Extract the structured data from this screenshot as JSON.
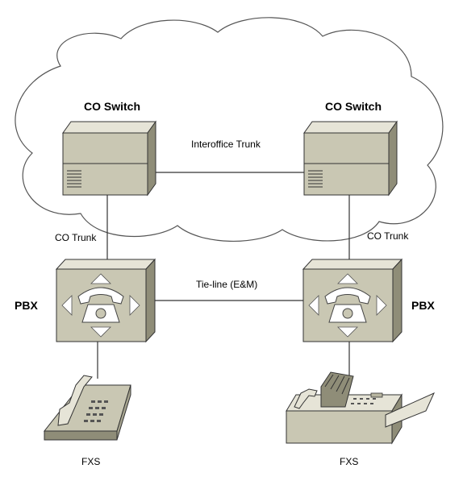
{
  "diagram": {
    "nodes": {
      "co_switch_left": {
        "label": "CO Switch"
      },
      "co_switch_right": {
        "label": "CO Switch"
      },
      "pbx_left": {
        "label": "PBX"
      },
      "pbx_right": {
        "label": "PBX"
      },
      "phone": {
        "label": "FXS"
      },
      "fax": {
        "label": "FXS"
      }
    },
    "links": {
      "interoffice": "Interoffice Trunk",
      "co_trunk_left": "CO Trunk",
      "co_trunk_right": "CO Trunk",
      "tie_line": "Tie-line (E&M)"
    },
    "colors": {
      "device_face": "#c9c7b3",
      "device_top": "#e6e4d7",
      "device_side": "#8f8d78",
      "outline": "#333333",
      "line": "#333333",
      "cloud_fill": "#ffffff"
    }
  }
}
